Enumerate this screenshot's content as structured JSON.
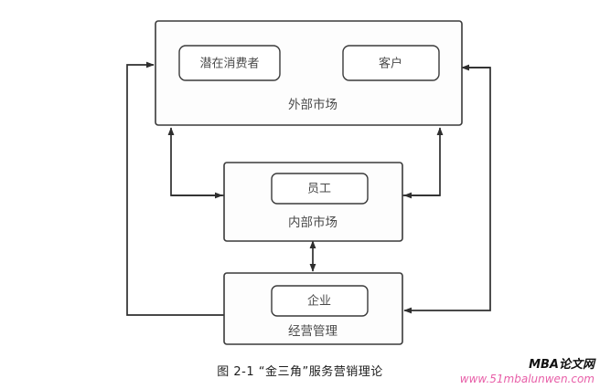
{
  "figure": {
    "caption": "图 2-1  “金三角”服务营销理论",
    "boxes": {
      "external_market": {
        "section_label": "外部市场",
        "items": [
          {
            "label": "潜在消费者"
          },
          {
            "label": "客户"
          }
        ]
      },
      "internal_market": {
        "section_label": "内部市场",
        "items": [
          {
            "label": "员工"
          }
        ]
      },
      "management": {
        "section_label": "经营管理",
        "items": [
          {
            "label": "企业"
          }
        ]
      }
    },
    "connections": [
      {
        "name": "management-to-external-left",
        "from": "经营管理",
        "to": "外部市场",
        "direction": "one-way"
      },
      {
        "name": "internal-to-external-left",
        "from": "内部市场",
        "to": "外部市场",
        "direction": "one-way"
      },
      {
        "name": "external-to-internal-left",
        "from": "外部市场",
        "to": "内部市场",
        "direction": "one-way"
      },
      {
        "name": "internal-to-external-right",
        "from": "内部市场",
        "to": "外部市场",
        "direction": "one-way"
      },
      {
        "name": "external-to-internal-right",
        "from": "外部市场",
        "to": "内部市场",
        "direction": "one-way"
      },
      {
        "name": "external-to-management-right",
        "from": "外部市场",
        "to": "经营管理",
        "direction": "one-way"
      },
      {
        "name": "internal-management-vertical",
        "from": "内部市场",
        "to": "经营管理",
        "direction": "two-way"
      }
    ],
    "colors": {
      "stroke": "#2e2e2e",
      "box_fill": "#fdfdfd",
      "label_text": "#4a4a4a",
      "caption_text": "#1d1d1d",
      "watermark_pink": "#e85fa8"
    }
  },
  "watermark": {
    "brand": "MBA论文网",
    "url": "www.51mbalunwen.com"
  }
}
